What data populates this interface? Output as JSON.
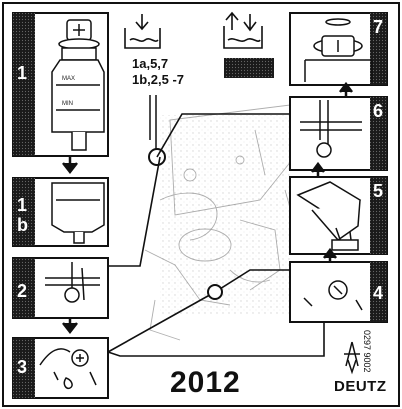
{
  "steps": {
    "s1": "1",
    "s1b": "1\nb",
    "s2": "2",
    "s3": "3",
    "s4": "4",
    "s5": "5",
    "s6": "6",
    "s7": "7"
  },
  "intervals": {
    "line1": "1a,5,7",
    "line2": "1b,2,5 -7"
  },
  "tank_marks": {
    "max": "MAX",
    "min": "MIN"
  },
  "footer": {
    "year": "2012",
    "brand": "DEUTZ",
    "doc_number": "0297 9002"
  },
  "icons": [
    "drain-tank-icon",
    "fill-tank-icon",
    "filter-cartridge-icon",
    "deutz-logo-icon"
  ],
  "colors": {
    "ink": "#111111",
    "paper": "#ffffff",
    "tab": "#1a1a1a"
  }
}
